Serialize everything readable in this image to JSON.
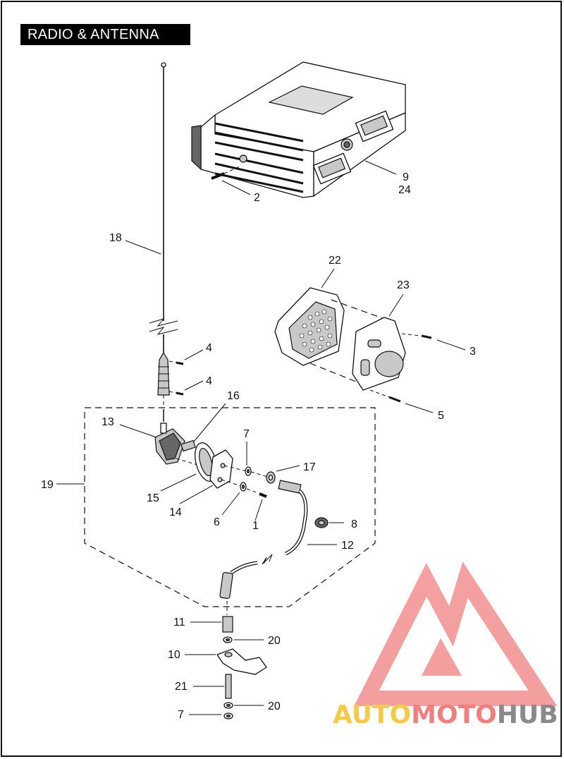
{
  "title": "RADIO & ANTENNA",
  "callouts": {
    "c1": "1",
    "c2": "2",
    "c3": "3",
    "c4a": "4",
    "c4b": "4",
    "c5": "5",
    "c6": "6",
    "c7a": "7",
    "c7b": "7",
    "c8": "8",
    "c9": "9",
    "c10": "10",
    "c11": "11",
    "c12": "12",
    "c13": "13",
    "c14": "14",
    "c15": "15",
    "c16": "16",
    "c17": "17",
    "c18": "18",
    "c19": "19",
    "c20a": "20",
    "c20b": "20",
    "c21": "21",
    "c22": "22",
    "c23": "23",
    "c24": "24"
  },
  "watermark": {
    "part1": "AUTO",
    "part2": "MOTO",
    "part3": "HUB",
    "color1": "#f5c94a",
    "color2": "#f08080",
    "color3": "#8a8a8a"
  }
}
